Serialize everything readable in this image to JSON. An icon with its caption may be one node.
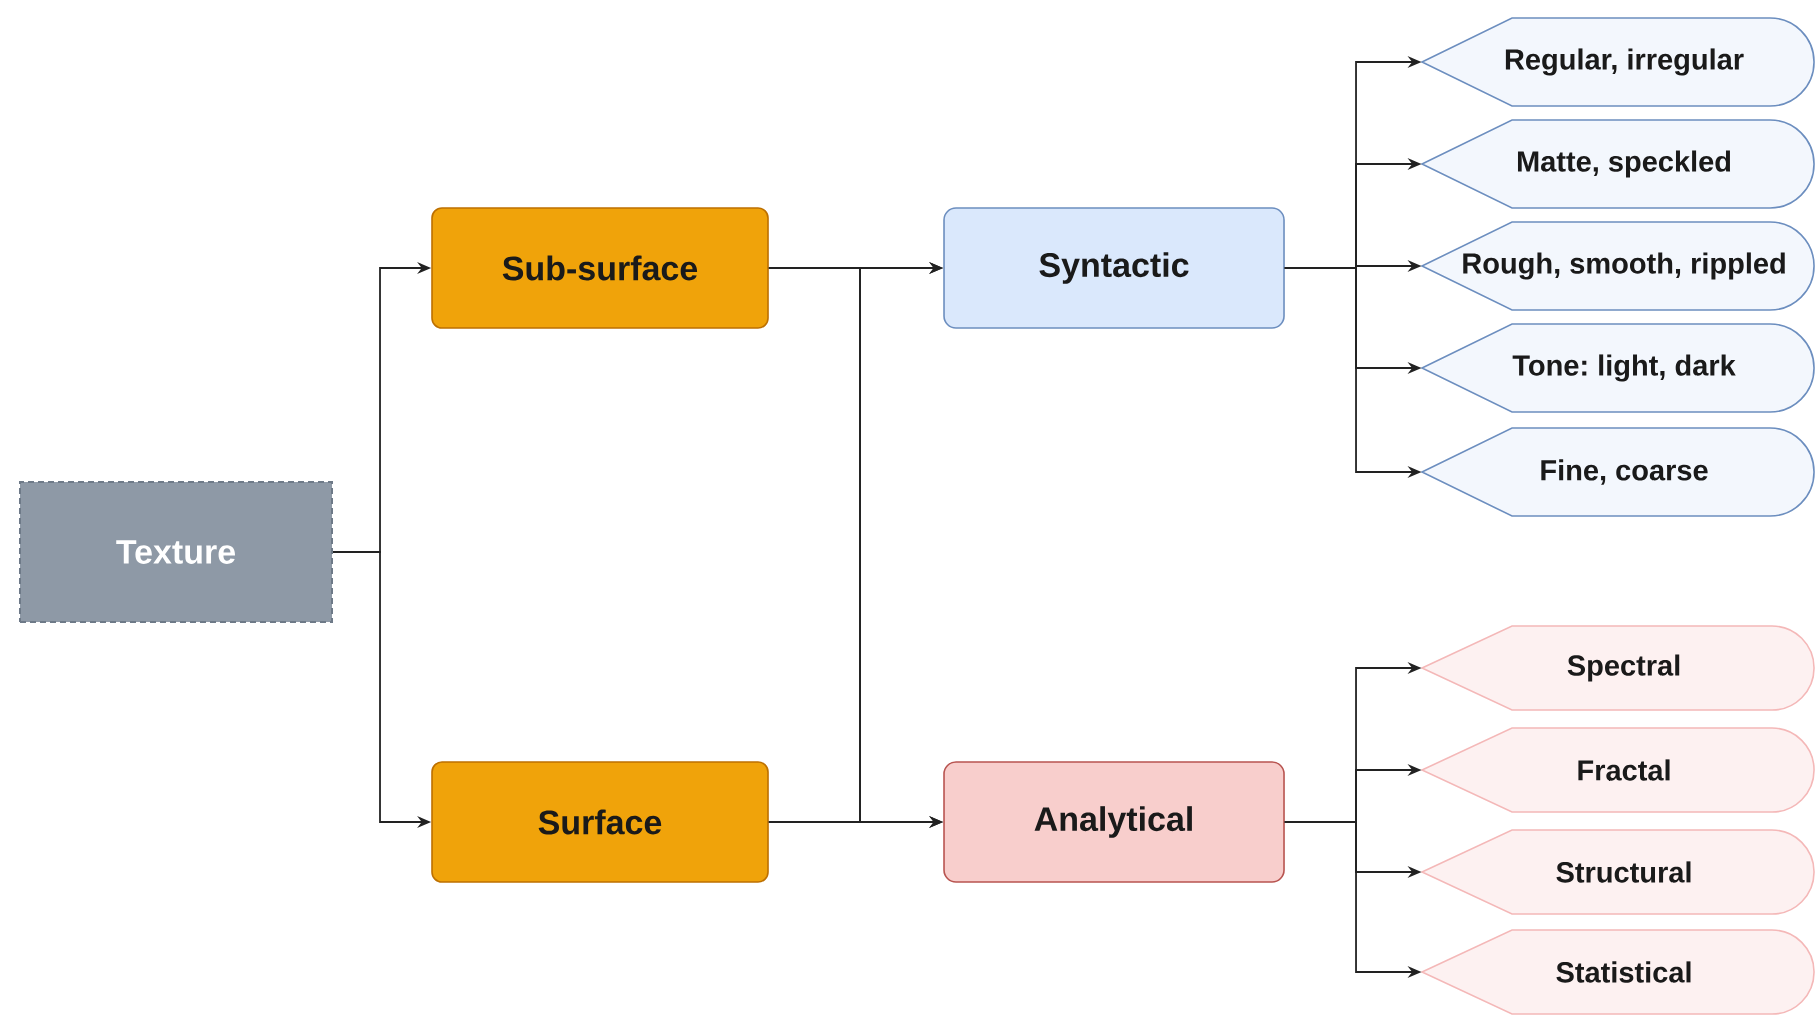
{
  "diagram": {
    "nodes": [
      {
        "text": [
          "Texture"
        ]
      },
      {
        "text": [
          "Sub-surface"
        ]
      },
      {
        "text": [
          "Surface"
        ]
      },
      {
        "text": [
          "Syntactic"
        ]
      },
      {
        "text": [
          "Analytical"
        ]
      },
      {
        "text": [
          "Regular, irregular"
        ]
      },
      {
        "text": [
          "Matte, speckled"
        ]
      },
      {
        "text": [
          "Rough, smooth, rippled"
        ]
      },
      {
        "text": [
          "Tone: light, dark"
        ]
      },
      {
        "text": [
          "Fine, coarse"
        ]
      },
      {
        "text": [
          "Spectral"
        ]
      },
      {
        "text": [
          "Fractal"
        ]
      },
      {
        "text": [
          "Structural"
        ]
      },
      {
        "text": [
          "Statistical"
        ]
      }
    ],
    "edges": [
      {
        "from": 0,
        "to": 1,
        "arrow": "to"
      },
      {
        "from": 0,
        "to": 2,
        "arrow": "to"
      },
      {
        "from": 1,
        "to": 3,
        "arrow": "to"
      },
      {
        "from": 1,
        "to": 4,
        "arrow": "to"
      },
      {
        "from": 2,
        "to": 3,
        "arrow": "to"
      },
      {
        "from": 2,
        "to": 4,
        "arrow": "to"
      },
      {
        "from": 3,
        "to": 5,
        "arrow": "to"
      },
      {
        "from": 3,
        "to": 6,
        "arrow": "to"
      },
      {
        "from": 3,
        "to": 7,
        "arrow": "to"
      },
      {
        "from": 3,
        "to": 8,
        "arrow": "to"
      },
      {
        "from": 3,
        "to": 9,
        "arrow": "to"
      },
      {
        "from": 4,
        "to": 10,
        "arrow": "to"
      },
      {
        "from": 4,
        "to": 11,
        "arrow": "to"
      },
      {
        "from": 4,
        "to": 12,
        "arrow": "to"
      },
      {
        "from": 4,
        "to": 13,
        "arrow": "to"
      }
    ]
  }
}
